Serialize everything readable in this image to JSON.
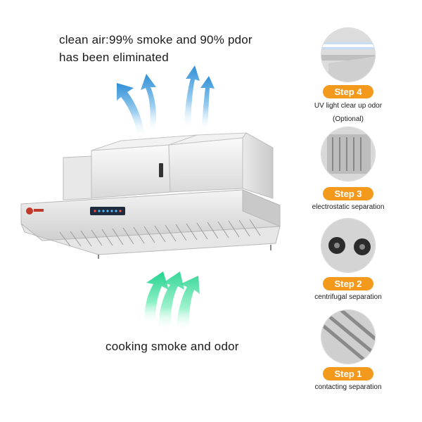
{
  "headline": {
    "line1": "clean air:99% smoke and 90% pdor",
    "line2": "has been eliminated"
  },
  "bottom_caption": "cooking smoke and odor",
  "steps": [
    {
      "badge": "Step 4",
      "caption": "UV light clear up odor",
      "note": "(Optional)",
      "icon": "uv-lamp-icon"
    },
    {
      "badge": "Step 3",
      "caption": "electrostatic separation",
      "icon": "electrostatic-cell-icon"
    },
    {
      "badge": "Step 2",
      "caption": "centrifugal separation",
      "icon": "centrifugal-fan-icon"
    },
    {
      "badge": "Step 1",
      "caption": "contacting separation",
      "icon": "baffle-filter-icon"
    }
  ],
  "colors": {
    "badge": "#f39a1c",
    "clean_arrow": "#4aa3df",
    "smoke_arrow": "#2fd79a"
  }
}
